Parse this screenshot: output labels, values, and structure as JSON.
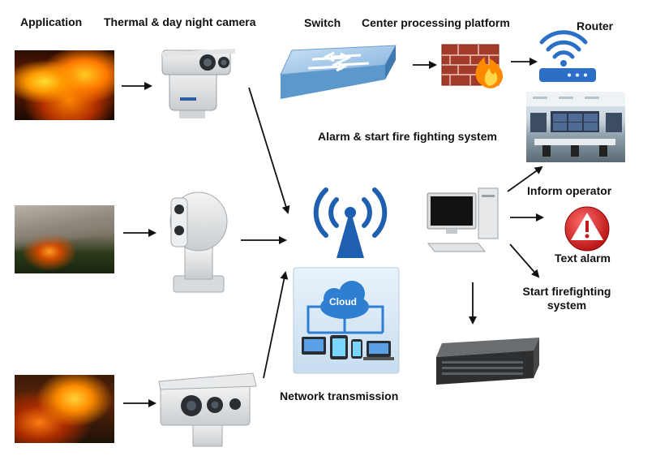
{
  "labels": {
    "application": "Application",
    "camera": "Thermal & day night camera",
    "switch": "Switch",
    "center": "Center processing platform",
    "router": "Router",
    "alarm_fire": "Alarm & start fire fighting system",
    "inform": "Inform operator",
    "text_alarm": "Text alarm",
    "start_ff": "Start firefighting system",
    "network": "Network transmission",
    "cloud": "Cloud"
  },
  "icons": [
    "fire-photo",
    "thermal-camera-icon",
    "dome-camera-icon",
    "box-camera-icon",
    "switch-icon",
    "firewall-icon",
    "wifi-router-icon",
    "control-room-photo",
    "antenna-icon",
    "cloud-network-icon",
    "computer-icon",
    "warning-icon",
    "nvr-icon"
  ],
  "colors": {
    "accent": "#1e5fb0",
    "warning": "#cc1f1f",
    "arrow": "#111111"
  }
}
